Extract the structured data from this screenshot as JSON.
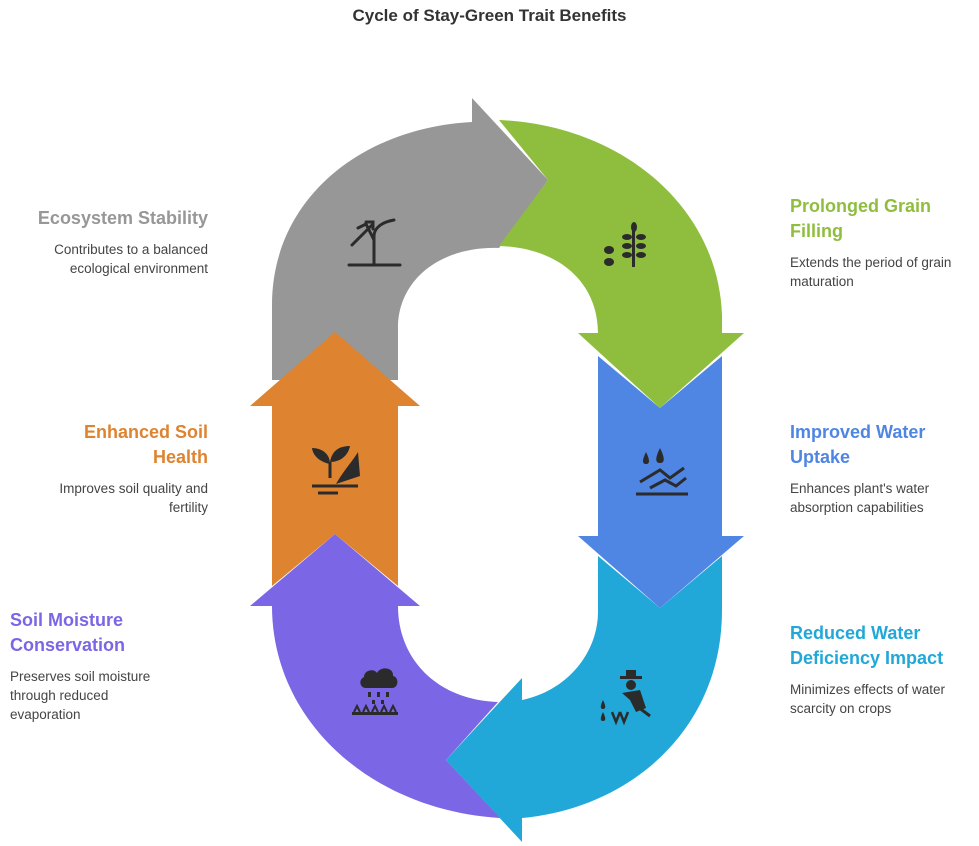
{
  "title": "Cycle of Stay-Green Trait Benefits",
  "colors": {
    "grain": "#8fbe3f",
    "water": "#4f86e4",
    "deficiency": "#21a8d8",
    "moisture": "#7b66e6",
    "soil": "#de832f",
    "ecosystem": "#979797"
  },
  "steps": [
    {
      "id": "grain",
      "title_line1": "Prolonged Grain",
      "title_line2": "Filling",
      "desc_line1": "Extends the period of grain",
      "desc_line2": "maturation",
      "icon": "wheat-icon"
    },
    {
      "id": "water",
      "title_line1": "Improved Water",
      "title_line2": "Uptake",
      "desc_line1": "Enhances plant's water",
      "desc_line2": "absorption capabilities",
      "icon": "water-uptake-icon"
    },
    {
      "id": "deficiency",
      "title_line1": "Reduced Water",
      "title_line2": "Deficiency Impact",
      "desc_line1": "Minimizes effects of water",
      "desc_line2": "scarcity on crops",
      "icon": "farmer-icon"
    },
    {
      "id": "moisture",
      "title_line1": "Soil Moisture",
      "title_line2": "Conservation",
      "desc_line1": "Preserves soil moisture",
      "desc_line2": "through reduced",
      "desc_line3": "evaporation",
      "icon": "rain-cloud-icon"
    },
    {
      "id": "soil",
      "title_line1": "Enhanced Soil",
      "title_line2": "Health",
      "desc_line1": "Improves soil quality and",
      "desc_line2": "fertility",
      "icon": "sprout-soil-icon"
    },
    {
      "id": "ecosystem",
      "title_line1": "Ecosystem Stability",
      "title_line2": "",
      "desc_line1": "Contributes to a balanced",
      "desc_line2": "ecological environment",
      "icon": "plant-growth-icon"
    }
  ]
}
